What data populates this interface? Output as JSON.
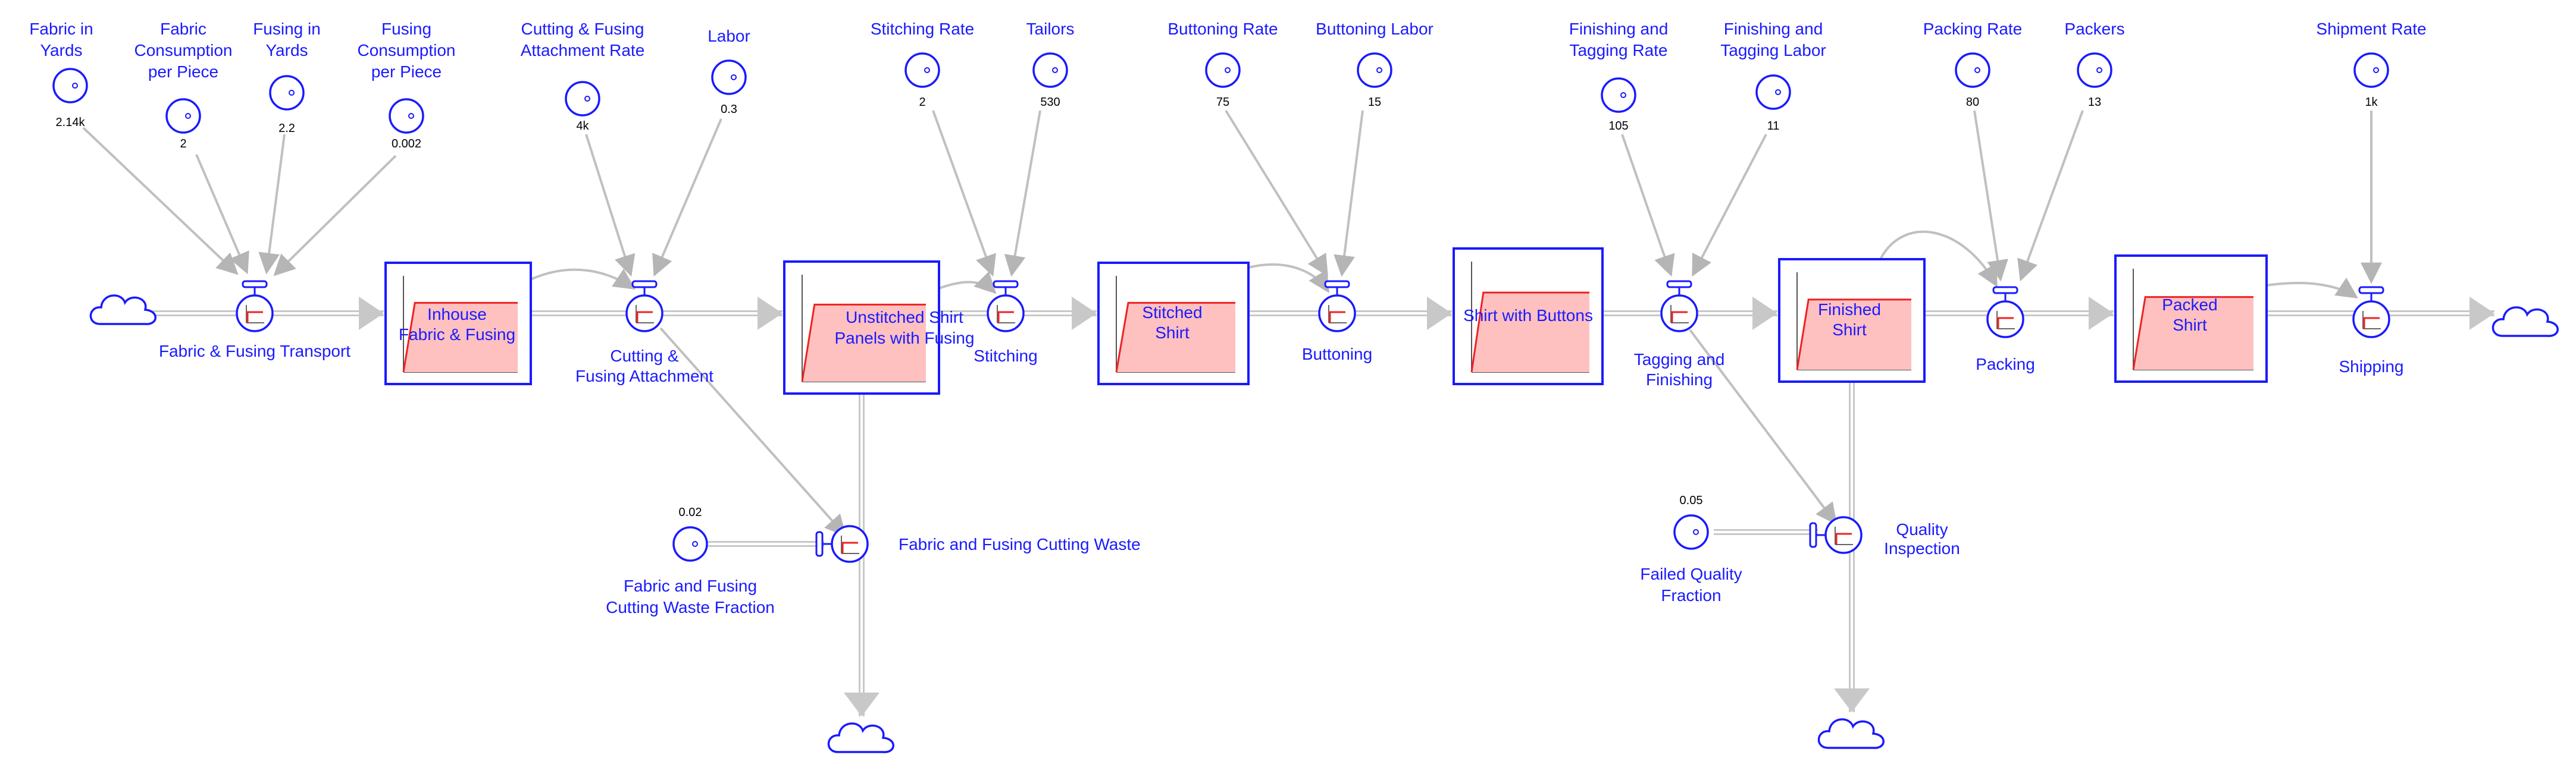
{
  "auxiliaries": {
    "fabric_yards": {
      "label": [
        "Fabric in",
        "Yards"
      ],
      "value": "2.14k"
    },
    "fabric_consumption": {
      "label": [
        "Fabric",
        "Consumption",
        "per Piece"
      ],
      "value": "2"
    },
    "fusing_yards": {
      "label": [
        "Fusing in",
        "Yards"
      ],
      "value": "2.2"
    },
    "fusing_consumption": {
      "label": [
        "Fusing",
        "Consumption",
        "per Piece"
      ],
      "value": "0.002"
    },
    "cutting_rate": {
      "label": [
        "Cutting & Fusing",
        "Attachment Rate"
      ],
      "value": "4k"
    },
    "labor": {
      "label": [
        "Labor"
      ],
      "value": "0.3"
    },
    "stitching_rate": {
      "label": [
        "Stitching Rate"
      ],
      "value": "2"
    },
    "tailors": {
      "label": [
        "Tailors"
      ],
      "value": "530"
    },
    "buttoning_rate": {
      "label": [
        "Buttoning Rate"
      ],
      "value": "75"
    },
    "buttoning_labor": {
      "label": [
        "Buttoning Labor"
      ],
      "value": "15"
    },
    "finishing_rate": {
      "label": [
        "Finishing and",
        "Tagging Rate"
      ],
      "value": "105"
    },
    "finishing_labor": {
      "label": [
        "Finishing and",
        "Tagging Labor"
      ],
      "value": "11"
    },
    "packing_rate": {
      "label": [
        "Packing Rate"
      ],
      "value": "80"
    },
    "packers": {
      "label": [
        "Packers"
      ],
      "value": "13"
    },
    "shipment_rate": {
      "label": [
        "Shipment Rate"
      ],
      "value": "1k"
    },
    "waste_fraction": {
      "label": [
        "Fabric and Fusing",
        "Cutting Waste Fraction"
      ],
      "value": "0.02"
    },
    "failed_fraction": {
      "label": [
        "Failed Quality",
        "Fraction"
      ],
      "value": "0.05"
    }
  },
  "stocks": {
    "inhouse": {
      "label": [
        "Inhouse",
        "Fabric & Fusing"
      ]
    },
    "unstitched": {
      "label": [
        "Unstitched Shirt",
        "Panels with Fusing"
      ]
    },
    "stitched": {
      "label": [
        "Stitched",
        "Shirt"
      ]
    },
    "buttons": {
      "label": [
        "Shirt with Buttons"
      ]
    },
    "finished": {
      "label": [
        "Finished",
        "Shirt"
      ]
    },
    "packed": {
      "label": [
        "Packed",
        "Shirt"
      ]
    }
  },
  "flows": {
    "transport": {
      "label": [
        "Fabric & Fusing Transport"
      ]
    },
    "cutting": {
      "label": [
        "Cutting &",
        "Fusing Attachment"
      ]
    },
    "stitching": {
      "label": [
        "Stitching"
      ]
    },
    "buttoning": {
      "label": [
        "Buttoning"
      ]
    },
    "tagging": {
      "label": [
        "Tagging and",
        "Finishing"
      ]
    },
    "packing": {
      "label": [
        "Packing"
      ]
    },
    "shipping": {
      "label": [
        "Shipping"
      ]
    },
    "waste": {
      "label": [
        "Fabric and Fusing Cutting Waste"
      ]
    },
    "inspection": {
      "label": [
        "Quality",
        "Inspection"
      ]
    }
  },
  "colors": {
    "label": "#1a1aff",
    "shape": "#1a1aff",
    "pipe": "#c8c8c8",
    "connector": "#c0c0c0",
    "graph_fill": "#ffc0c0",
    "graph_line": "#ee2222"
  }
}
